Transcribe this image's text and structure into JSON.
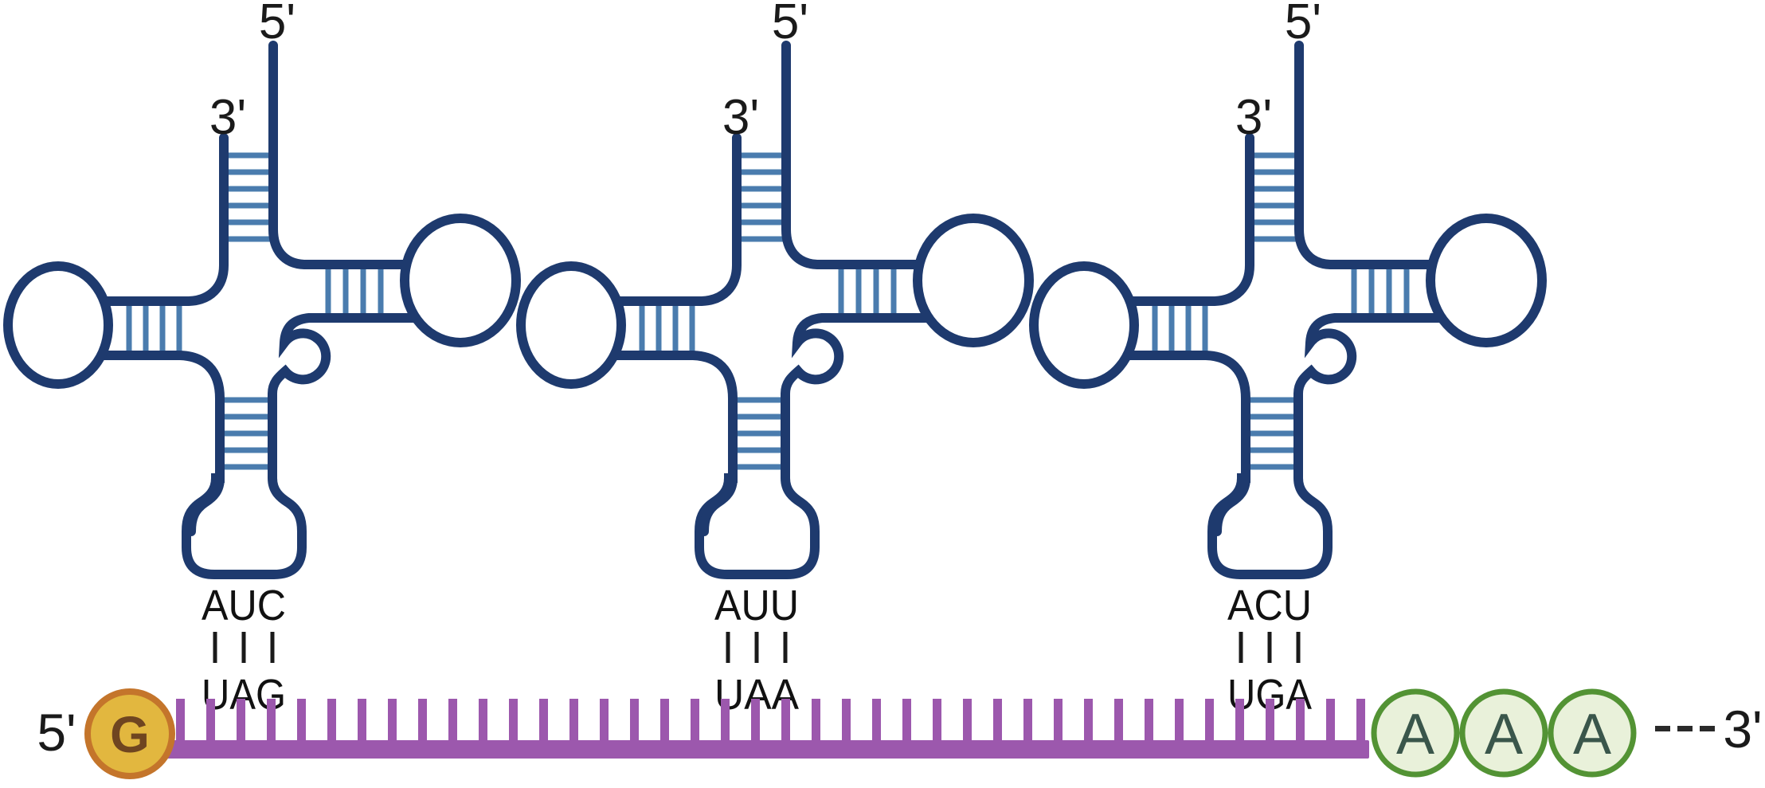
{
  "diagram": {
    "background": "#ffffff",
    "colors": {
      "trna_outline": "#1e3a6e",
      "base_pair_rungs": "#4a7cae",
      "mrna_purple": "#9c58ad",
      "cap_fill": "#e2b73f",
      "cap_border": "#c4752b",
      "cap_letter": "#6f4520",
      "poly_a_fill": "#e9f1da",
      "poly_a_border": "#539334",
      "poly_a_letter": "#3a564b",
      "label_text": "#1a1a1a"
    }
  },
  "trnas": [
    {
      "five_prime_label": "5'",
      "three_prime_label": "3'",
      "anticodon": "AUC",
      "codon": "UAG"
    },
    {
      "five_prime_label": "5'",
      "three_prime_label": "3'",
      "anticodon": "AUU",
      "codon": "UAA"
    },
    {
      "five_prime_label": "5'",
      "three_prime_label": "3'",
      "anticodon": "ACU",
      "codon": "UGA"
    }
  ],
  "mrna": {
    "five_prime_label": "5'",
    "cap_label": "G",
    "poly_a_letters": [
      "A",
      "A",
      "A"
    ],
    "three_prime_label": "3'"
  }
}
